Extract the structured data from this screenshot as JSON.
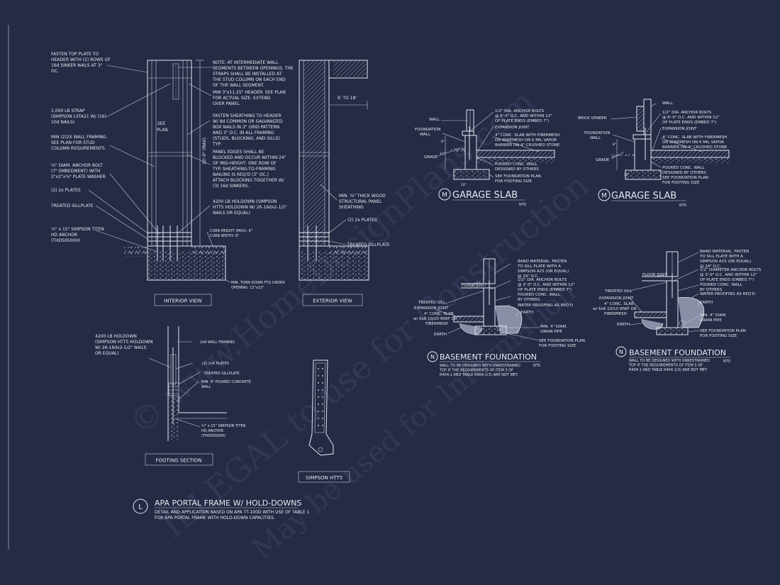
{
  "watermark": {
    "line1": "© www.HomeDesignPlans.com",
    "line2": "ILLEGAL to use for Construction",
    "line3": "May be used for Information"
  },
  "detail_L": {
    "callouts": {
      "fasten_top_plate": [
        "FASTEN TOP PLATE TO",
        "HEADER WITH (2) ROWS OF",
        "16d SINKER NAILS AT 3\"",
        "OC."
      ],
      "strap": [
        "1,000 LB STRAP",
        "(SIMPSON LSTA21 W/ (16)",
        "10d NAILS)"
      ],
      "min_framing": [
        "MIN (2)2X WALL FRAMING.",
        "SEE PLAN FOR STUD",
        "COLUMN REQUIREMENTS."
      ],
      "anchor_bolt": [
        "⅝\" DIAM. ANCHOR BOLT",
        "(7\" EMBEDMENT) WITH",
        "2\"x2\"x⅜\" PLATE WASHER."
      ],
      "two_plates": [
        "(2) 2x PLATES"
      ],
      "treated_sillplate": [
        "TREATED SILLPLATE"
      ],
      "titen": [
        "½\" x 15\" SIMPSON TITEN",
        "HD ANCHOR",
        "(THD50500H)"
      ],
      "note_intermediate": [
        "NOTE: AT INTERMEDIATE WALL",
        "SEGMENTS BETWEEN OPENINGS, THE",
        "STRAPS SHALL BE INSTALLED AT",
        "THE STUD COLUMN ON EACH END",
        "OF THE WALL SEGMENT."
      ],
      "header": [
        "MIN 3\"x11.25\" HEADER. SEE PLAN",
        "FOR ACTUAL SIZE. EXTEND",
        "OVER PANEL."
      ],
      "fasten_sheathing": [
        "FASTEN SHEATHING TO HEADER",
        "W/ 8d COMMON OR GALVANIZED",
        "BOX NAILS IN 3\" GRID PATTERN",
        "AND 3\" O.C. IN ALL FRAMING",
        "(STUDS, BLOCKING, AND SILLS)",
        "TYP."
      ],
      "panel_edges": [
        "PANEL EDGES SHALL BE",
        "BLOCKED AND OCCUR WITHIN 24\"",
        "OF MID-HEIGHT. ONE ROW OF",
        "TYP. SHEATHING-TO-FRAMING",
        "NAILING IS REQ'D (3\" OC.)",
        "ATTACH BLOCKING TOGETHER W/",
        "(3) 16d SINKERS."
      ],
      "holdown": [
        "4200 LB HOLDOWN (SIMPSON",
        "HTT5 HOLDOWN W/ 26-16dx2-1/2\"",
        "NAILS OR EQUAL)"
      ],
      "curb": [
        "CURB HEIGHT (MAX): 6\"",
        "CURB WIDTH: 8\""
      ],
      "turn_down": [
        "MIN. TURN-DOWN FTG UNDER",
        "OPENING: 12\"x12\""
      ],
      "see_plan": [
        "SEE",
        "PLAN"
      ],
      "height_max": "10'-0\" (MAX)",
      "six_to_18": "6' TO 18'",
      "wood_sheathing": [
        "MIN. ⅜\" THICK WOOD",
        "STRUCTURAL PANEL",
        "SHEATHING"
      ],
      "ext_two_plates": [
        "(2) 2x PLATES"
      ],
      "ext_treated": [
        "TREATED SILLPLATE"
      ],
      "fs_holdown": [
        "4200 LB HOLDOWN",
        "(SIMPSON HTT5 HOLDOWN",
        "W/ 26-16dx2-1/2\" NAILS",
        "OR EQUAL)"
      ],
      "fs_framing": [
        "2x6 WALL FRAMING"
      ],
      "fs_plates": [
        "(2) 2x6 PLATES"
      ],
      "fs_sill": [
        "TREATED SILLPLATE"
      ],
      "fs_concrete": [
        "MIN. 8\" POURED CONCRETE",
        "WALL"
      ],
      "fs_titen": [
        "½\" x 15\" SIMPSON TITEN",
        "HD ANCHOR",
        "(THD50500H)"
      ]
    },
    "view_labels": {
      "interior": "INTERIOR VIEW",
      "exterior": "EXTERIOR VIEW",
      "footing": "FOOTING SECTION",
      "simpson": "SIMPSON HTT5"
    },
    "title": {
      "symbol": "L",
      "name": "APA PORTAL FRAME W/ HOLD-DOWNS",
      "desc": [
        "DETAIL AND APPLICATION BASED ON APA TT-100D WITH USE OF TABLE 1",
        "FOR APA PORTAL FRAME WITH HOLD-DOWN CAPACITIES."
      ]
    }
  },
  "garage_slab_1": {
    "symbol": "M",
    "title": "GARAGE SLAB",
    "scale": "NTS",
    "labels": {
      "wall": [
        "WALL"
      ],
      "foundation_wall": [
        "FOUNDATION",
        "WALL"
      ],
      "grade": [
        "GRADE"
      ],
      "anchor": [
        "1/2\" DIA. ANCHOR BOLTS",
        "@ 6'-0\" O.C. AND WITHIN 12\"",
        "OF PLATE ENDS (EMBED 7\")"
      ],
      "expansion": [
        "EXPANSION JOINT"
      ],
      "slab": [
        "4\" CONC. SLAB WITH FIBERMESH",
        "OR WIREMESH ON 6 MIL VAPOR",
        "BARRIER ON 4\" CRUSHED STONE"
      ],
      "poured": [
        "POURED CONC. WALL",
        "DESIGNED BY OTHERS"
      ],
      "see_plan": [
        "SEE FOUNDATION PLAN",
        "FOR FOOTING SIZE"
      ],
      "dims": [
        "8\"",
        "12\"",
        "10\""
      ]
    }
  },
  "garage_slab_2": {
    "symbol": "M",
    "title": "GARAGE SLAB",
    "scale": "NTS",
    "labels": {
      "wall": [
        "WALL"
      ],
      "brick": [
        "BRICK VENEER"
      ],
      "foundation_wall": [
        "FOUNDATION",
        "WALL"
      ],
      "grade": [
        "GRADE"
      ],
      "anchor": [
        "1/2\" DIA. ANCHOR BOLTS",
        "@ 6'-0\" O.C. AND WITHIN 12\"",
        "OF PLATE ENDS (EMBED 7\")"
      ],
      "expansion": [
        "EXPANSION JOINT"
      ],
      "slab": [
        "4\" CONC. SLAB WITH FIBERMESH",
        "OR WIREMESH ON 6 MIL VAPOR",
        "BARRIER ON 4\" CRUSHED STONE"
      ],
      "poured": [
        "POURED CONC. WALL",
        "DESIGNED BY OTHERS"
      ],
      "see_plan": [
        "SEE FOUNDATION PLAN",
        "FOR FOOTING SIZE"
      ],
      "dims": [
        "8\"",
        "12\"",
        "10\""
      ]
    }
  },
  "basement_1": {
    "symbol": "N",
    "title": "BASEMENT FOUNDATION",
    "scale": "NTS",
    "note": [
      "WALL TO BE DESIGNED WITH UNRESTRAINED",
      "TOP IF THE REQUIREMENTS OF ITEM 5 OF",
      "R404.1 AND TABLE R404.1(3) ARE NOT MET."
    ],
    "labels": {
      "band": [
        "BAND MATERIAL. FASTEN",
        "TO SILL PLATE WITH A",
        "SIMPSON A23 (OR EQUAL)",
        "@ 24\" O.C."
      ],
      "floor_joist": [
        "FLOOR JOIST"
      ],
      "anchor": [
        "1/2\" DIA. ANCHOR BOLTS",
        "@ 3'-0\" O.C. AND WITHIN 12\"",
        "OF PLATE ENDS (EMBED 7\")"
      ],
      "poured": [
        "POURED CONC. WALL",
        "BY OTHERS."
      ],
      "water": [
        "WATER PROOFING AS REQ'D"
      ],
      "earth_r": [
        "EARTH"
      ],
      "drain": [
        "MIN. 4\" DIAM.",
        "DRAIN PIPE"
      ],
      "see_plan": [
        "SEE FOUNDATION PLAN",
        "FOR FOOTING SIZE"
      ],
      "treated_sill": [
        "TREATED SILL"
      ],
      "expansion": [
        "EXPANSION JOINT"
      ],
      "slab": [
        "4\" CONC. SLAB",
        "w/ 6x6 10/10 WWF OR",
        "FIBERMESH"
      ],
      "earth_l": [
        "EARTH"
      ]
    }
  },
  "basement_2": {
    "symbol": "N",
    "title": "BASEMENT FOUNDATION",
    "scale": "NTS",
    "note": [
      "WALL TO BE DESIGNED WITH UNRESTRAINED",
      "TOP IF THE REQUIREMENTS OF ITEM 5 OF",
      "R404.1 AND TABLE R404.1(3) ARE NOT MET."
    ],
    "labels": {
      "band": [
        "BAND MATERIAL. FASTEN",
        "TO SILL PLATE WITH A",
        "SIMPSON A23 (OR EQUAL)",
        "@ 24\" O.C."
      ],
      "floor_joist": [
        "FLOOR JOIST"
      ],
      "anchor": [
        "1/2\" DIAMETER ANCHOR BOLTS",
        "@ 3'-0\" O.C. AND WITHIN 12\"",
        "OF PLATE ENDS (EMBED 7\")"
      ],
      "poured": [
        "POURED CONC. WALL",
        "BY OTHERS."
      ],
      "water": [
        "WATER PROOFING AS REQ'D"
      ],
      "earth_r": [
        "EARTH"
      ],
      "drain": [
        "MIN. 4\" DIAM.",
        "DRAIN PIPE"
      ],
      "see_plan": [
        "SEE FOUNDATION PLAN",
        "FOR FOOTING SIZE"
      ],
      "treated_sill": [
        "TREATED SILL"
      ],
      "expansion": [
        "EXPANSION JOINT"
      ],
      "slab": [
        "4\" CONC. SLAB",
        "w/ 6x6 10/10 WWF OR",
        "FIBERMESH"
      ],
      "earth_l": [
        "EARTH"
      ]
    }
  }
}
